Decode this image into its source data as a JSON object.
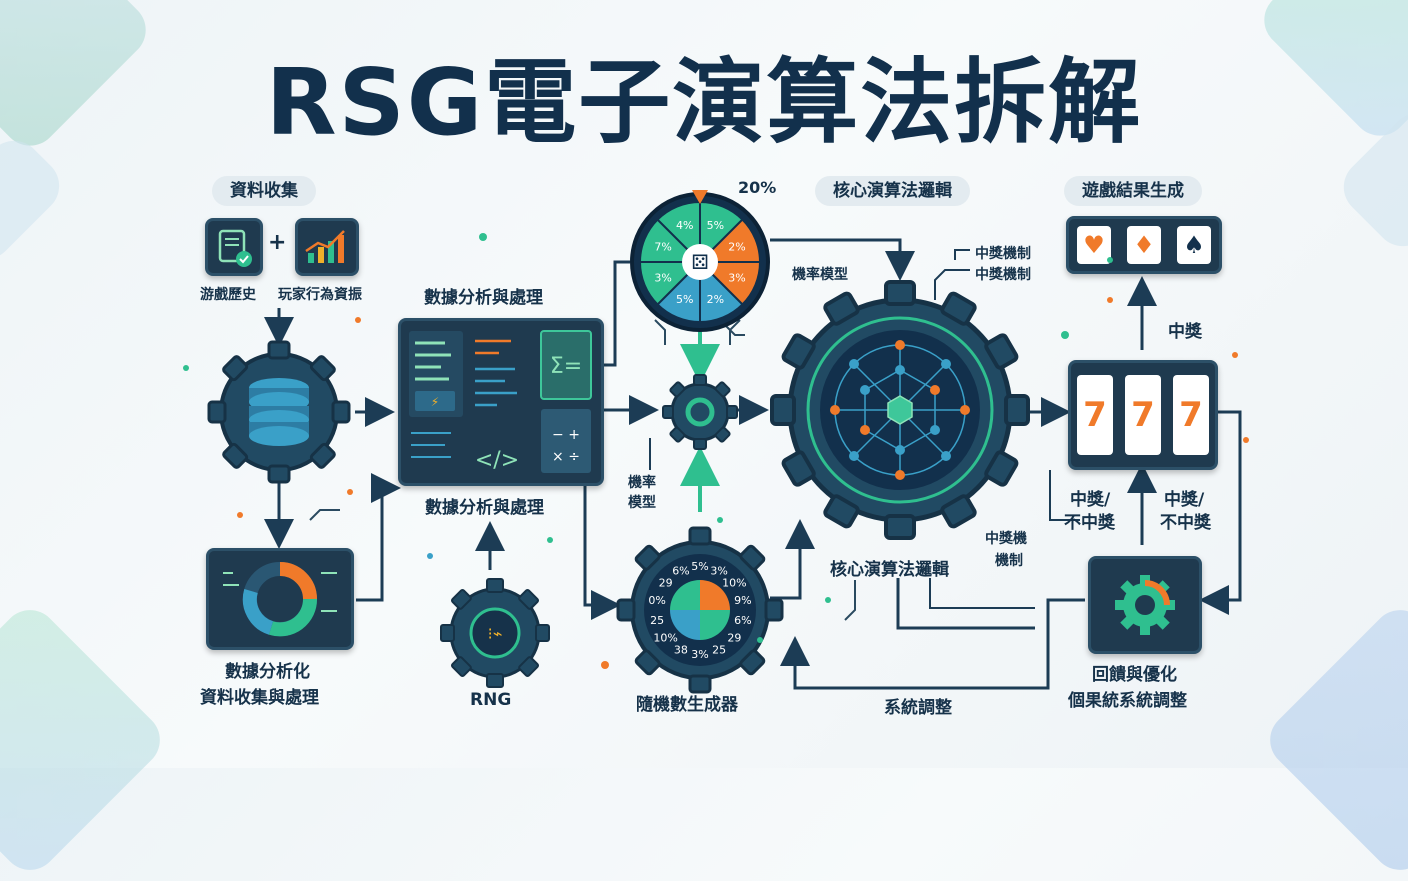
{
  "title": "RSG電子演算法拆解",
  "sections": {
    "data_collection": "資料收集",
    "core_logic": "核心演算法邏輯",
    "result_generation": "遊戲結果生成"
  },
  "labels": {
    "game_history": "游戲歷史",
    "player_data": "玩家行為資振",
    "analysis_top": "數據分析與處理",
    "analysis_bottom": "數據分析與處理",
    "analytics_line1": "數據分析化",
    "analytics_line2": "資料收集與處理",
    "rng": "RNG",
    "rng_generator": "隨機數生成器",
    "prob_model_left_1": "機率",
    "prob_model_left_2": "模型",
    "prob_model_top": "機率模型",
    "core_logic_bottom": "核心演算法邏輯",
    "win_mech_1": "中獎機制",
    "win_mech_2": "中獎機制",
    "win_mech_small_1": "中獎機",
    "win_mech_small_2": "機制",
    "win": "中獎",
    "win_lose_left_1": "中獎/",
    "win_lose_left_2": "不中獎",
    "win_lose_right_1": "中獎/",
    "win_lose_right_2": "不中獎",
    "system_adjust": "系統調整",
    "feedback_1": "回饋與優化",
    "feedback_2": "個果統系統調整",
    "percent_top": "20%"
  },
  "prob_wheel": [
    "5%",
    "2%",
    "3%",
    "2%",
    "5%",
    "3%",
    "7%",
    "4%"
  ],
  "rng_gear_wheel": [
    "5%",
    "3%",
    "10%",
    "9%",
    "6%",
    "29",
    "25",
    "3%",
    "38",
    "10%",
    "25",
    "0%",
    "29",
    "6%"
  ],
  "slot_symbols": [
    "7",
    "7",
    "7"
  ],
  "card_symbols": [
    "♥",
    "♦",
    "♠"
  ],
  "icons": [
    "calendar-check-icon",
    "chart-growth-icon",
    "database-icon",
    "code-panel-icon",
    "gear-icon",
    "dice-icon",
    "network-cube-icon",
    "slot-machine-icon",
    "gear-optimize-icon",
    "donut-chart-icon"
  ],
  "colors": {
    "navy": "#12304c",
    "teal": "#2fbf8f",
    "orange": "#f07a2a",
    "gear": "#214a63"
  }
}
